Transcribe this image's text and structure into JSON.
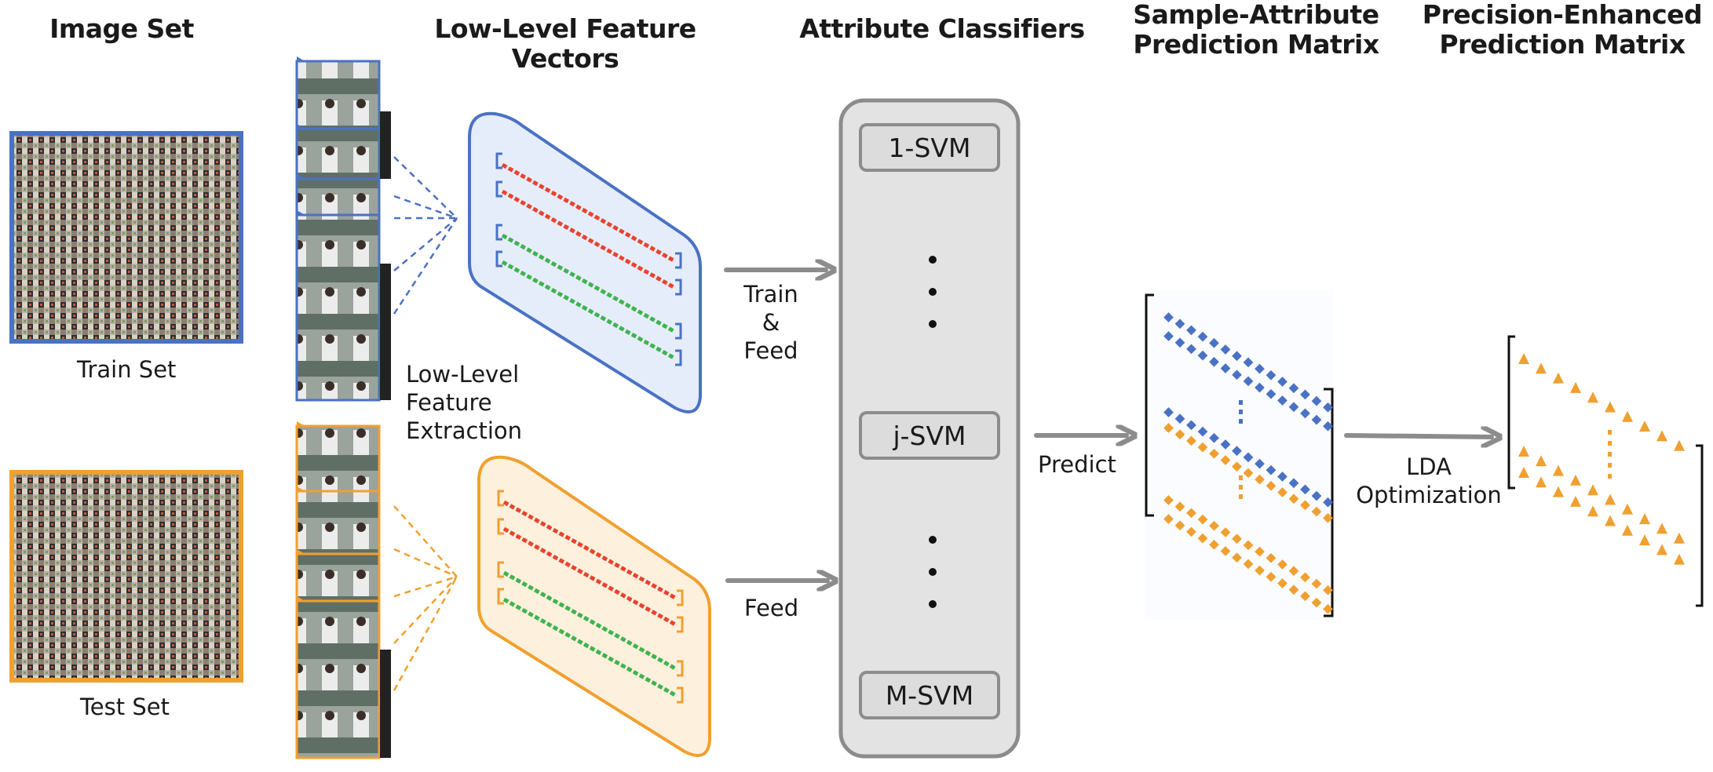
{
  "headers": {
    "image_set": "Image Set",
    "feature_vectors": "Low-Level Feature Vectors",
    "classifiers": "Attribute Classifiers",
    "prediction_matrix": "Sample-Attribute\nPrediction Matrix",
    "enhanced_matrix": "Precision-Enhanced\nPrediction Matrix"
  },
  "labels": {
    "train_set": "Train Set",
    "test_set": "Test Set",
    "extraction": "Low-Level\nFeature\nExtraction",
    "train_feed": "Train\n&\nFeed",
    "feed": "Feed",
    "predict": "Predict",
    "lda": "LDA\nOptimization"
  },
  "classifiers": [
    "1-SVM",
    "j-SVM",
    "M-SVM"
  ],
  "colors": {
    "train_blue": "#4a72c4",
    "test_orange": "#f0a030",
    "red_vector": "#e8432e",
    "green_vector": "#3fb34f",
    "arrow_gray": "#8c8c8c",
    "classifier_fill": "#e3e3e3"
  }
}
